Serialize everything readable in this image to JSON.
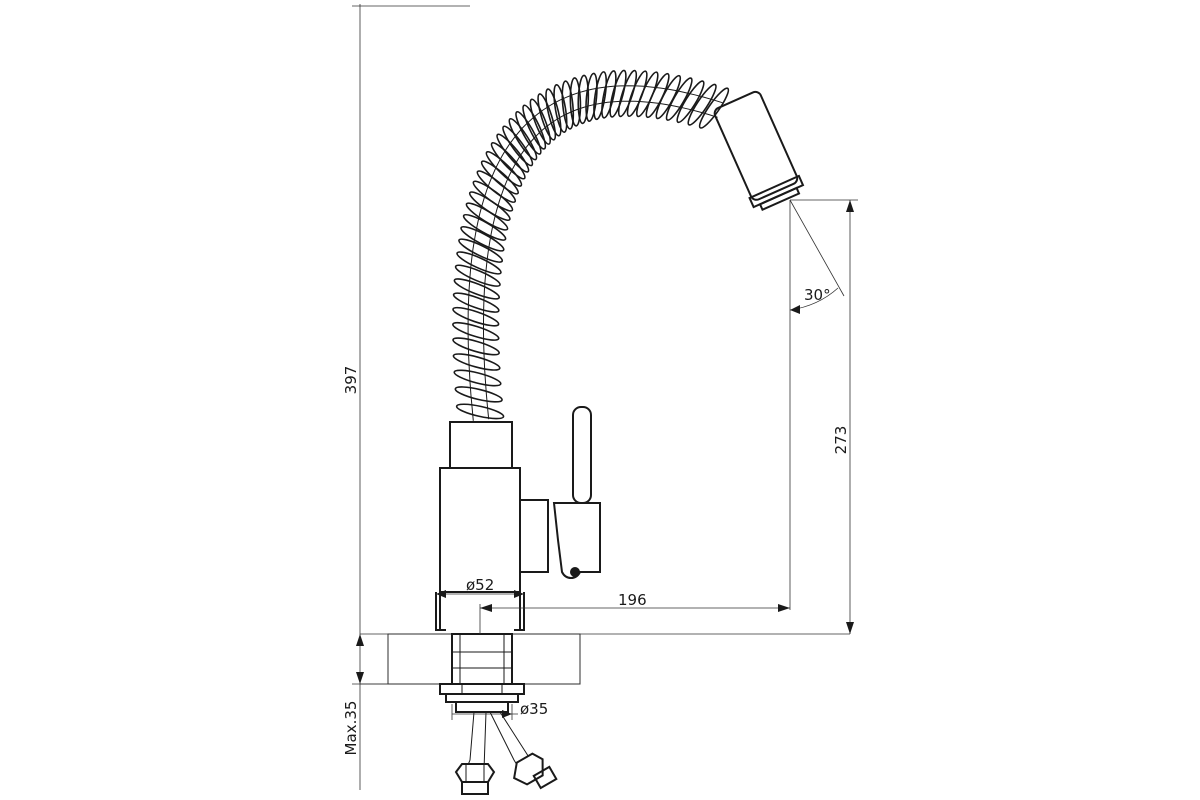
{
  "drawing": {
    "subject": "kitchen faucet with flexible spring spout",
    "dimensions": {
      "total_height": "397",
      "spout_height": "273",
      "reach": "196",
      "base_diameter": "ø52",
      "shank_diameter": "ø35",
      "countertop_thickness": "Max.35",
      "spray_angle": "30°"
    }
  }
}
